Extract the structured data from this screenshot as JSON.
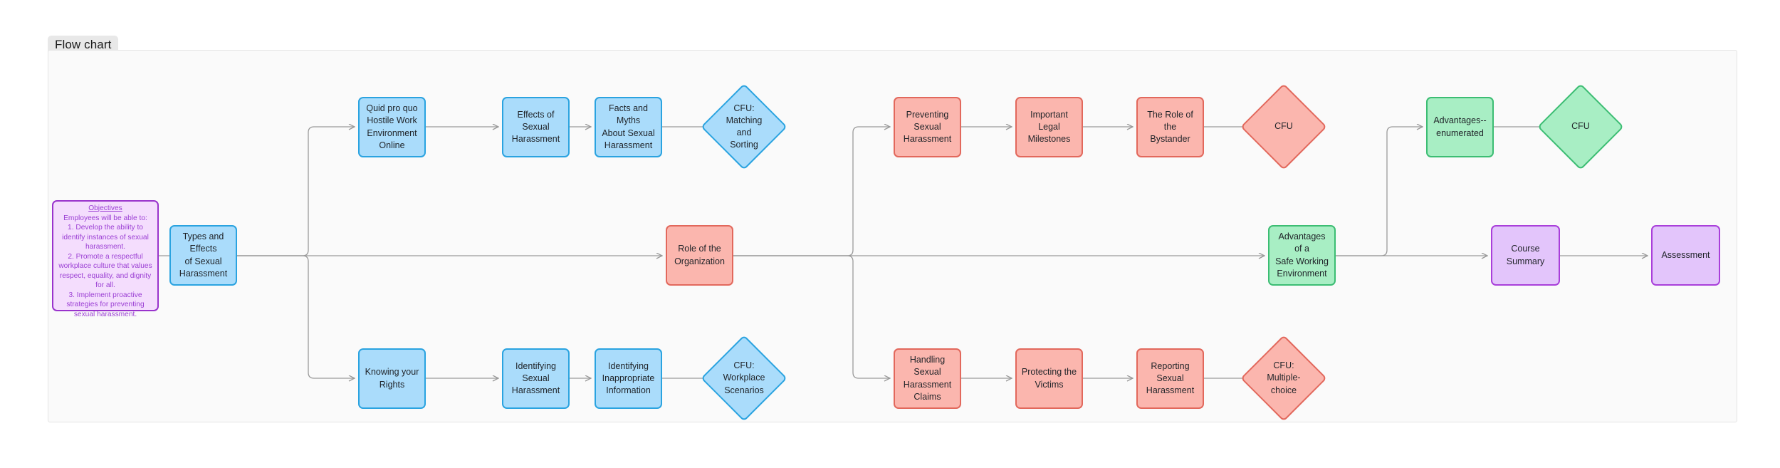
{
  "header": {
    "chip_label": "Flow chart"
  },
  "chart_data": {
    "type": "diagram",
    "title": "Flow chart",
    "diagram_kind": "flowchart",
    "colors": {
      "blue_fill": "#aadcfb",
      "blue_stroke": "#2aa3e0",
      "red_fill": "#fbb6ae",
      "red_stroke": "#e2685c",
      "green_fill": "#a8eec4",
      "green_stroke": "#3cbd73",
      "purple_fill": "#e3c5fb",
      "purple_stroke": "#a93fda",
      "objectives_fill": "#f4ddfd",
      "objectives_stroke": "#9933cc",
      "objectives_text": "#9b3fd4",
      "edge": "#9a9a9a",
      "canvas": "#fafafa",
      "chip": "#e8e8e8"
    },
    "nodes": [
      {
        "id": "objectives",
        "shape": "rounded-rect",
        "color": "purple-outline",
        "title": "Objectives",
        "text": "Employees will be able to:\n1. Develop the ability to identify instances of sexual harassment.\n2. Promote a respectful workplace culture that values respect, equality, and dignity for all.\n3. Implement proactive strategies for preventing sexual harassment."
      },
      {
        "id": "types-and-effects",
        "shape": "rounded-rect",
        "color": "blue",
        "text": "Types and Effects\nof Sexual\nHarassment"
      },
      {
        "id": "quid-pro-quo",
        "shape": "rounded-rect",
        "color": "blue",
        "text": "Quid pro quo\nHostile Work\nEnvironment\nOnline"
      },
      {
        "id": "effects-of-sexual-harassment",
        "shape": "rounded-rect",
        "color": "blue",
        "text": "Effects of Sexual\nHarassment"
      },
      {
        "id": "facts-and-myths",
        "shape": "rounded-rect",
        "color": "blue",
        "text": "Facts and Myths\nAbout Sexual\nHarassment"
      },
      {
        "id": "cfu-matching-and-sorting",
        "shape": "diamond",
        "color": "blue",
        "text": "CFU:\nMatching\nand\nSorting"
      },
      {
        "id": "knowing-your-rights",
        "shape": "rounded-rect",
        "color": "blue",
        "text": "Knowing your\nRights"
      },
      {
        "id": "identifying-sexual-harassment",
        "shape": "rounded-rect",
        "color": "blue",
        "text": "Identifying Sexual\nHarassment"
      },
      {
        "id": "identifying-inappropriate-information",
        "shape": "rounded-rect",
        "color": "blue",
        "text": "Identifying\nInappropriate\nInformation"
      },
      {
        "id": "cfu-workplace-scenarios",
        "shape": "diamond",
        "color": "blue",
        "text": "CFU:\nWorkplace\nScenarios"
      },
      {
        "id": "role-of-the-organization",
        "shape": "rounded-rect",
        "color": "red",
        "text": "Role of the\nOrganization"
      },
      {
        "id": "preventing-sexual-harassment",
        "shape": "rounded-rect",
        "color": "red",
        "text": "Preventing Sexual\nHarassment"
      },
      {
        "id": "important-legal-milestones",
        "shape": "rounded-rect",
        "color": "red",
        "text": "Important Legal\nMilestones"
      },
      {
        "id": "the-role-of-the-bystander",
        "shape": "rounded-rect",
        "color": "red",
        "text": "The Role of the\nBystander"
      },
      {
        "id": "cfu-red",
        "shape": "diamond",
        "color": "red",
        "text": "CFU"
      },
      {
        "id": "handling-sexual-harassment-claims",
        "shape": "rounded-rect",
        "color": "red",
        "text": "Handling Sexual\nHarassment\nClaims"
      },
      {
        "id": "protecting-the-victims",
        "shape": "rounded-rect",
        "color": "red",
        "text": "Protecting the\nVictims"
      },
      {
        "id": "reporting-sexual-harassment",
        "shape": "rounded-rect",
        "color": "red",
        "text": "Reporting Sexual\nHarassment"
      },
      {
        "id": "cfu-multiple-choice",
        "shape": "diamond",
        "color": "red",
        "text": "CFU:\nMultiple-\nchoice"
      },
      {
        "id": "advantages-of-a-safe-working-environment",
        "shape": "rounded-rect",
        "color": "green",
        "text": "Advantages of a\nSafe Working\nEnvironment"
      },
      {
        "id": "advantages-enumerated",
        "shape": "rounded-rect",
        "color": "green",
        "text": "Advantages--\nenumerated"
      },
      {
        "id": "cfu-green",
        "shape": "diamond",
        "color": "green",
        "text": "CFU"
      },
      {
        "id": "course-summary",
        "shape": "rounded-rect",
        "color": "purple",
        "text": "Course Summary"
      },
      {
        "id": "assessment",
        "shape": "rounded-rect",
        "color": "purple",
        "text": "Assessment"
      }
    ],
    "edges": [
      {
        "from": "objectives",
        "to": "types-and-effects"
      },
      {
        "from": "types-and-effects",
        "to": "quid-pro-quo"
      },
      {
        "from": "quid-pro-quo",
        "to": "effects-of-sexual-harassment"
      },
      {
        "from": "effects-of-sexual-harassment",
        "to": "facts-and-myths"
      },
      {
        "from": "facts-and-myths",
        "to": "cfu-matching-and-sorting"
      },
      {
        "from": "types-and-effects",
        "to": "knowing-your-rights"
      },
      {
        "from": "knowing-your-rights",
        "to": "identifying-sexual-harassment"
      },
      {
        "from": "identifying-sexual-harassment",
        "to": "identifying-inappropriate-information"
      },
      {
        "from": "identifying-inappropriate-information",
        "to": "cfu-workplace-scenarios"
      },
      {
        "from": "types-and-effects",
        "to": "role-of-the-organization"
      },
      {
        "from": "role-of-the-organization",
        "to": "preventing-sexual-harassment"
      },
      {
        "from": "preventing-sexual-harassment",
        "to": "important-legal-milestones"
      },
      {
        "from": "important-legal-milestones",
        "to": "the-role-of-the-bystander"
      },
      {
        "from": "the-role-of-the-bystander",
        "to": "cfu-red"
      },
      {
        "from": "role-of-the-organization",
        "to": "handling-sexual-harassment-claims"
      },
      {
        "from": "handling-sexual-harassment-claims",
        "to": "protecting-the-victims"
      },
      {
        "from": "protecting-the-victims",
        "to": "reporting-sexual-harassment"
      },
      {
        "from": "reporting-sexual-harassment",
        "to": "cfu-multiple-choice"
      },
      {
        "from": "role-of-the-organization",
        "to": "advantages-of-a-safe-working-environment"
      },
      {
        "from": "advantages-of-a-safe-working-environment",
        "to": "advantages-enumerated"
      },
      {
        "from": "advantages-enumerated",
        "to": "cfu-green"
      },
      {
        "from": "advantages-of-a-safe-working-environment",
        "to": "course-summary"
      },
      {
        "from": "course-summary",
        "to": "assessment"
      }
    ]
  }
}
